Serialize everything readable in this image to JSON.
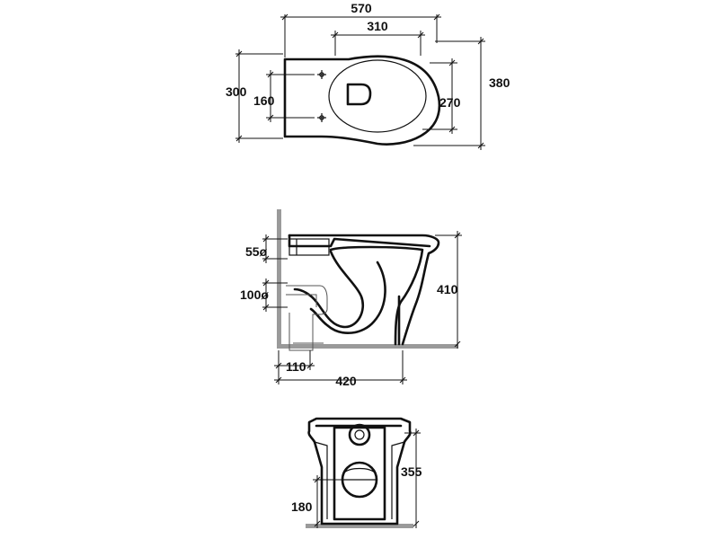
{
  "top_view": {
    "overall_length": "570",
    "bowl_length": "310",
    "overall_width": "380",
    "rim_width": "300",
    "fixing_spacing": "160",
    "bowl_width": "270"
  },
  "side_view": {
    "water_inlet": "55ø",
    "outlet_diameter": "100ø",
    "height": "410",
    "outlet_offset": "110",
    "depth": "420"
  },
  "back_view": {
    "height": "355",
    "outlet_center_height": "180"
  }
}
